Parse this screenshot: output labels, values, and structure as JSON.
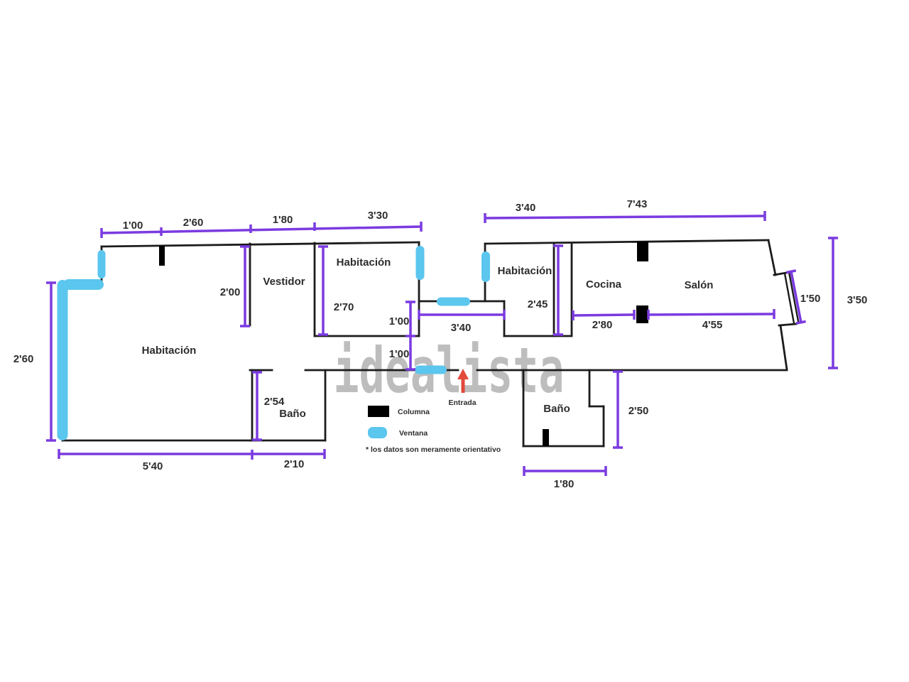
{
  "watermark": "idealista",
  "note": "* los datos son meramente orientativo",
  "entrance": {
    "label": "Entrada"
  },
  "legend": {
    "columna": "Columna",
    "ventana": "Ventana"
  },
  "rooms": {
    "habitacion_left": "Habitación",
    "vestidor": "Vestidor",
    "habitacion_center": "Habitación",
    "habitacion_right": "Habitación",
    "cocina": "Cocina",
    "salon": "Salón",
    "bano_left": "Baño",
    "bano_right": "Baño"
  },
  "dims": {
    "top_left_1": "1'00",
    "top_left_2": "2'60",
    "top_left_3": "1'80",
    "top_left_4": "3'30",
    "top_right_1": "3'40",
    "top_right_2": "7'43",
    "left_height": "2'60",
    "vestidor_height": "2'00",
    "hab_center_height": "2'70",
    "patio_upper": "1'00",
    "patio_lower": "1'00",
    "patio_width": "3'40",
    "hab_right_height": "2'45",
    "cocina_width": "2'80",
    "salon_width": "4'55",
    "balcony_door": "1'50",
    "right_height": "3'50",
    "bottom_left_1": "5'40",
    "bottom_left_2": "2'10",
    "bano_left_height": "2'54",
    "bano_right_height": "2'50",
    "bano_right_width": "1'80"
  },
  "colors": {
    "wall": "#1c1c1c",
    "dimension": "#7b3be0",
    "window": "#5bc6ee",
    "column": "#000000",
    "entrance_arrow": "#e2493b",
    "watermark": "#bdbdbd",
    "text": "#2d2d2d",
    "background": "#ffffff"
  }
}
